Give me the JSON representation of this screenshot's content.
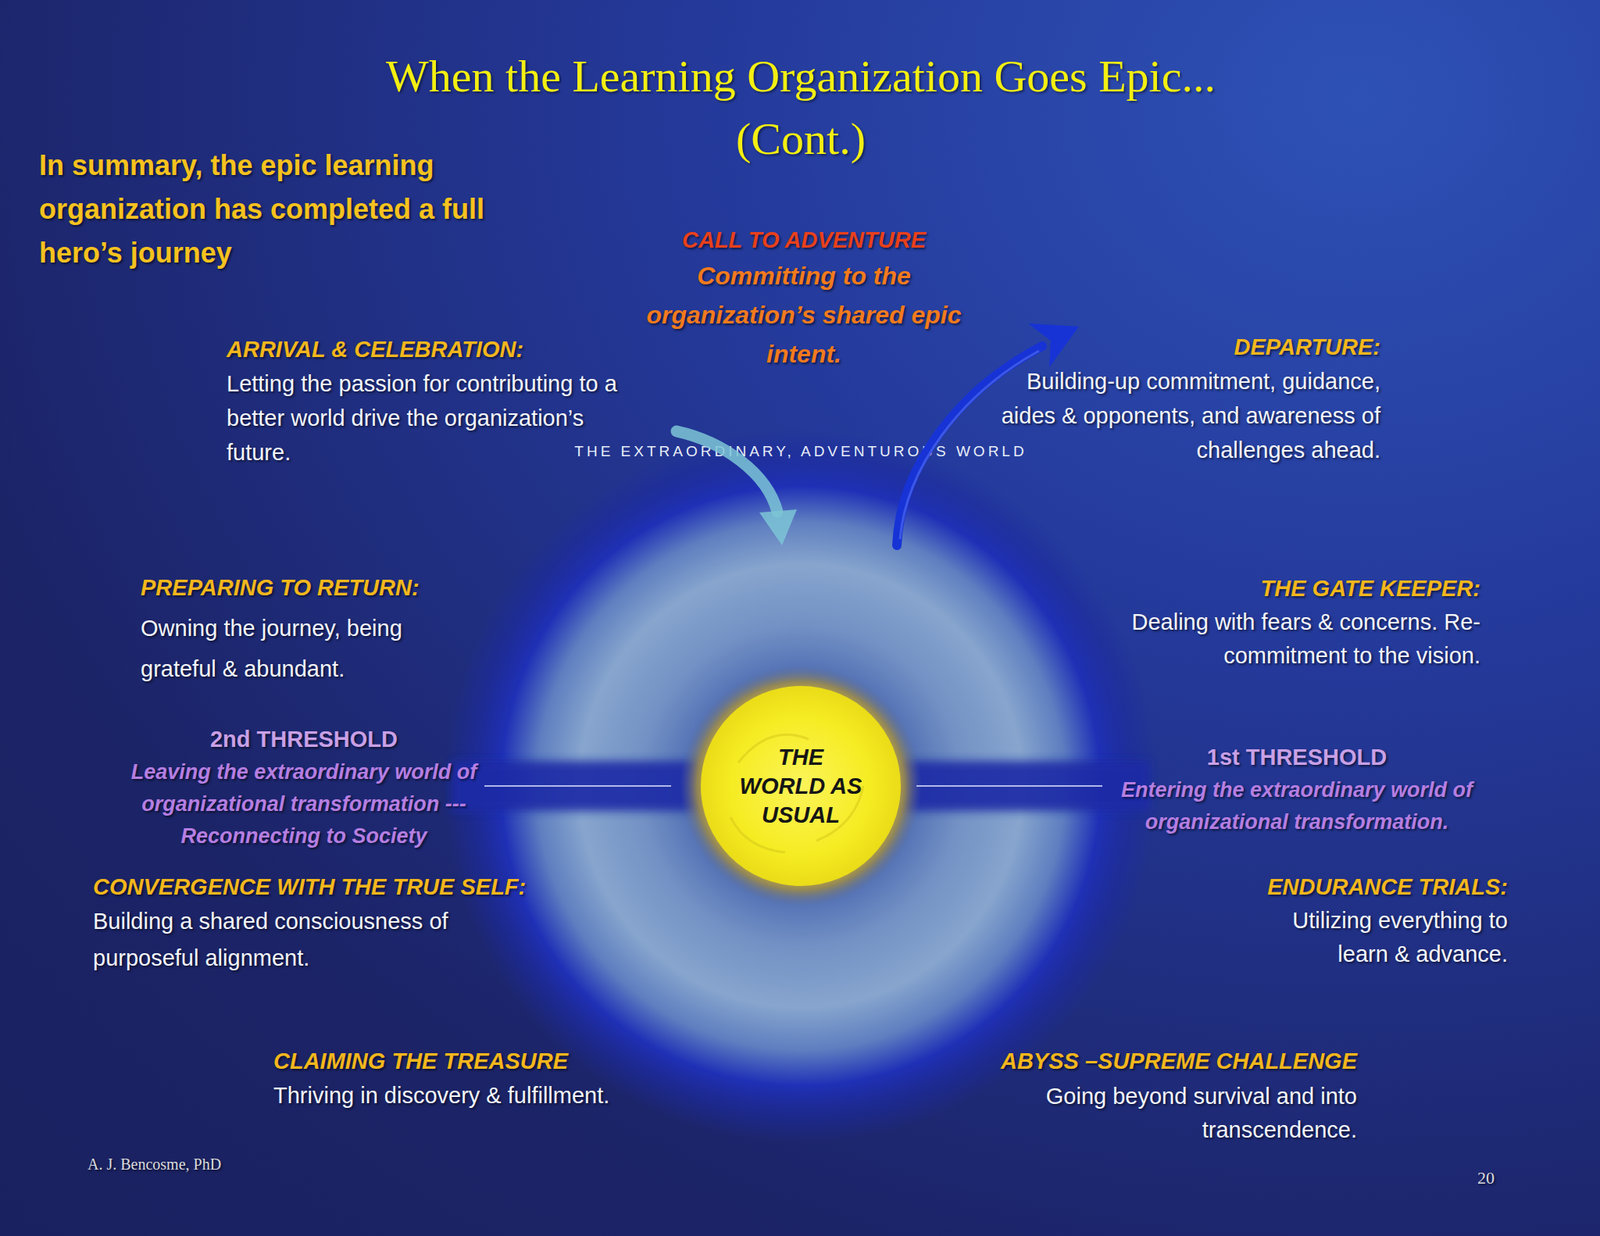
{
  "diagram": {
    "title": "When the Learning Organization Goes Epic... (Cont.)",
    "nodes": [
      {
        "text": [
          "THE EXTRAORDINARY, ADVENTUROUS WORLD"
        ]
      },
      {
        "text": [
          "THE WORLD AS USUAL"
        ],
        "in": 0
      }
    ],
    "labels": [
      "In summary, the epic learning organization has completed a full hero’s journey",
      "CALL TO ADVENTURE",
      "Committing to the organization’s shared epic intent.",
      "ARRIVAL & CELEBRATION:",
      "Letting the passion for contributing to a better world drive the organization’s future.",
      "DEPARTURE:",
      "Building-up commitment, guidance, aides & opponents, and awareness of challenges ahead.",
      "PREPARING TO RETURN:",
      "Owning the journey, being grateful & abundant.",
      "THE GATE KEEPER:",
      "Dealing with fears & concerns. Re-commitment to the vision.",
      "2nd THRESHOLD",
      "Leaving the extraordinary world of organizational transformation --- Reconnecting to Society",
      "1st THRESHOLD",
      "Entering the extraordinary world of organizational transformation.",
      "CONVERGENCE WITH THE TRUE SELF:",
      "Building a shared consciousness of purposeful alignment.",
      "ENDURANCE TRIALS:",
      "Utilizing everything to learn & advance.",
      "CLAIMING THE TREASURE",
      "Thriving in discovery & fulfillment.",
      "ABYSS –SUPREME CHALLENGE",
      "Going beyond survival and into transcendence.",
      "A. J. Bencosme, PhD",
      "20"
    ]
  }
}
